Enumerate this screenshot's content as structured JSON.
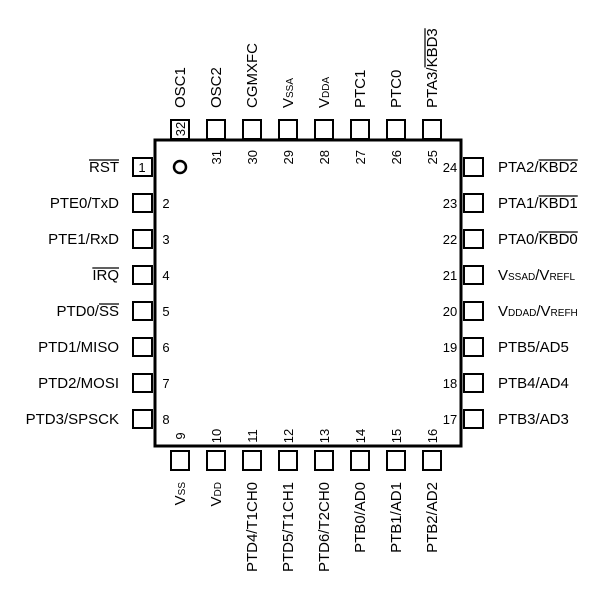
{
  "diagram": {
    "pins_left": [
      {
        "num": "1",
        "label": "RST",
        "overline": "RST"
      },
      {
        "num": "2",
        "label": "PTE0/TxD"
      },
      {
        "num": "3",
        "label": "PTE1/RxD"
      },
      {
        "num": "4",
        "label": "IRQ",
        "overline": "IRQ"
      },
      {
        "num": "5",
        "label": "PTD0/SS",
        "prefix": "PTD0/",
        "overline": "SS"
      },
      {
        "num": "6",
        "label": "PTD1/MISO"
      },
      {
        "num": "7",
        "label": "PTD2/MOSI"
      },
      {
        "num": "8",
        "label": "PTD3/SPSCK"
      }
    ],
    "pins_bottom": [
      {
        "num": "9",
        "label": "VSS",
        "main": "V",
        "sub": "SS"
      },
      {
        "num": "10",
        "label": "VDD",
        "main": "V",
        "sub": "DD"
      },
      {
        "num": "11",
        "label": "PTD4/T1CH0"
      },
      {
        "num": "12",
        "label": "PTD5/T1CH1"
      },
      {
        "num": "13",
        "label": "PTD6/T2CH0"
      },
      {
        "num": "14",
        "label": "PTB0/AD0"
      },
      {
        "num": "15",
        "label": "PTB1/AD1"
      },
      {
        "num": "16",
        "label": "PTB2/AD2"
      }
    ],
    "pins_right": [
      {
        "num": "17",
        "label": "PTB3/AD3"
      },
      {
        "num": "18",
        "label": "PTB4/AD4"
      },
      {
        "num": "19",
        "label": "PTB5/AD5"
      },
      {
        "num": "20",
        "label": "VDDAD/VREFH",
        "parts": [
          [
            "V",
            ""
          ],
          [
            "DDAD",
            "sub"
          ],
          [
            "/V",
            ""
          ],
          [
            "REFH",
            "sub"
          ]
        ]
      },
      {
        "num": "21",
        "label": "VSSAD/VREFL",
        "parts": [
          [
            "V",
            ""
          ],
          [
            "SSAD",
            "sub"
          ],
          [
            "/V",
            ""
          ],
          [
            "REFL",
            "sub"
          ]
        ]
      },
      {
        "num": "22",
        "label": "PTA0/KBD0",
        "prefix": "PTA0/",
        "overline": "KBD0"
      },
      {
        "num": "23",
        "label": "PTA1/KBD1",
        "prefix": "PTA1/",
        "overline": "KBD1"
      },
      {
        "num": "24",
        "label": "PTA2/KBD2",
        "prefix": "PTA2/",
        "overline": "KBD2"
      }
    ],
    "pins_top": [
      {
        "num": "25",
        "label": "PTA3/KBD3",
        "prefix": "PTA3/",
        "overline": "KBD3"
      },
      {
        "num": "26",
        "label": "PTC0"
      },
      {
        "num": "27",
        "label": "PTC1"
      },
      {
        "num": "28",
        "label": "VDDA",
        "main": "V",
        "sub": "DDA"
      },
      {
        "num": "29",
        "label": "VSSA",
        "main": "V",
        "sub": "SSA"
      },
      {
        "num": "30",
        "label": "CGMXFC"
      },
      {
        "num": "31",
        "label": "OSC2"
      },
      {
        "num": "32",
        "label": "OSC1"
      }
    ]
  }
}
